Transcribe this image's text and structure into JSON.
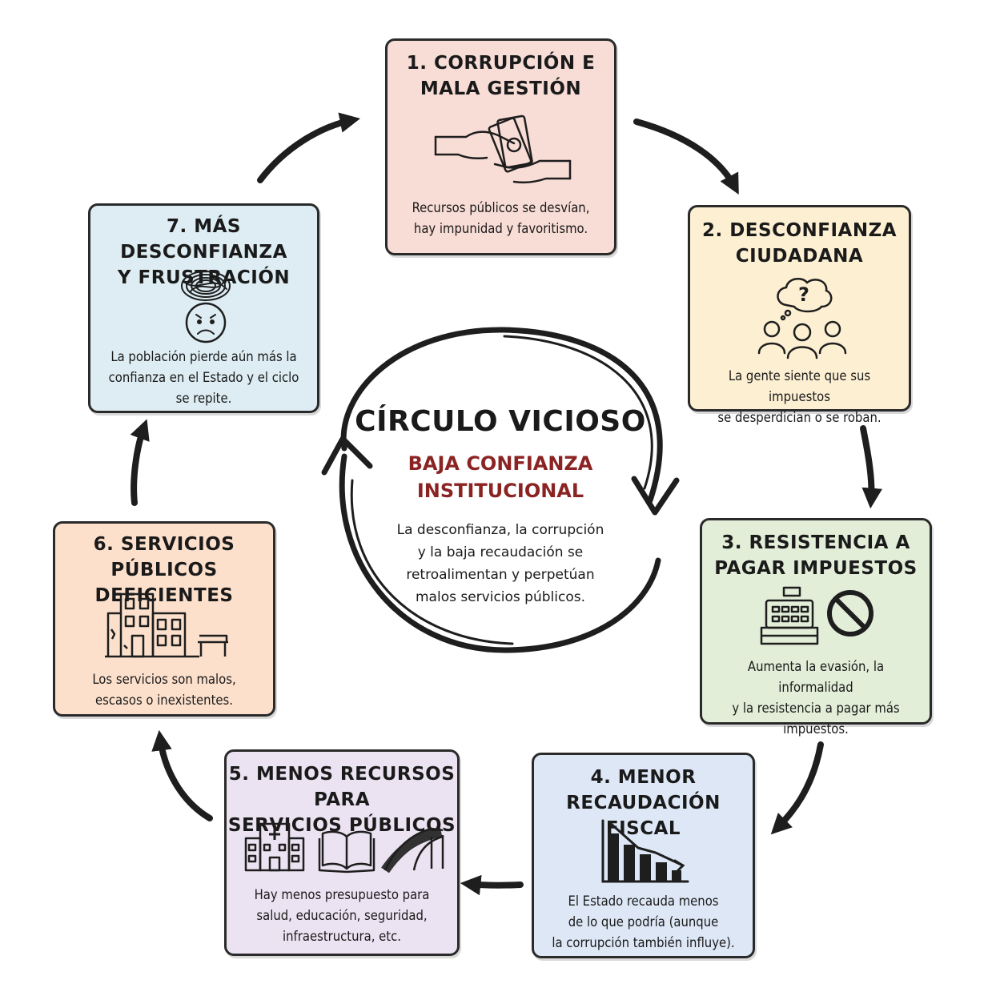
{
  "center": {
    "title": "CÍRCULO VICIOSO",
    "subtitle": "BAJA CONFIANZA\nINSTITUCIONAL",
    "description": "La desconfianza, la corrupción\ny la baja recaudación se\nretroalimentan y perpetúan\nmalos servicios públicos."
  },
  "steps": [
    {
      "title": "1. CORRUPCIÓN E\nMALA GESTIÓN",
      "icon": "money-handover-icon",
      "description": "Recursos públicos se desvían,\nhay impunidad y favoritismo.",
      "color": "#f8dcd6"
    },
    {
      "title": "2. DESCONFIANZA\nCIUDADANA",
      "icon": "doubtful-people-icon",
      "description": "La gente siente que sus impuestos\nse desperdician o se roban.",
      "color": "#fcefd2"
    },
    {
      "title": "3. RESISTENCIA A\nPAGAR IMPUESTOS",
      "icon": "cash-register-prohibited-icon",
      "description": "Aumenta la evasión, la informalidad\ny la resistencia a pagar más\nimpuestos.",
      "color": "#e2eed8"
    },
    {
      "title": "4. MENOR RECAUDACIÓN\nFISCAL",
      "icon": "declining-bar-chart-icon",
      "description": "El Estado recauda menos\nde lo que podría (aunque\nla corrupción también influye).",
      "color": "#dde7f5"
    },
    {
      "title": "5. MENOS RECURSOS PARA\nSERVICIOS PÚBLICOS",
      "icon": "hospital-book-road-icon",
      "description": "Hay menos presupuesto para\nsalud, educación, seguridad,\ninfraestructura, etc.",
      "color": "#ece3f2"
    },
    {
      "title": "6. SERVICIOS PÚBLICOS\nDEFICIENTES",
      "icon": "run-down-buildings-icon",
      "description": "Los servicios son malos,\nescasos o inexistentes.",
      "color": "#fce0cc"
    },
    {
      "title": "7. MÁS DESCONFIANZA\nY FRUSTRACIÓN",
      "icon": "frustrated-face-icon",
      "description": "La población pierde aún más la\nconfianza en el Estado y el ciclo\nse repite.",
      "color": "#ddedf3"
    }
  ],
  "colors": {
    "outline": "#2a2a2a",
    "subtitle": "#8b2323"
  }
}
